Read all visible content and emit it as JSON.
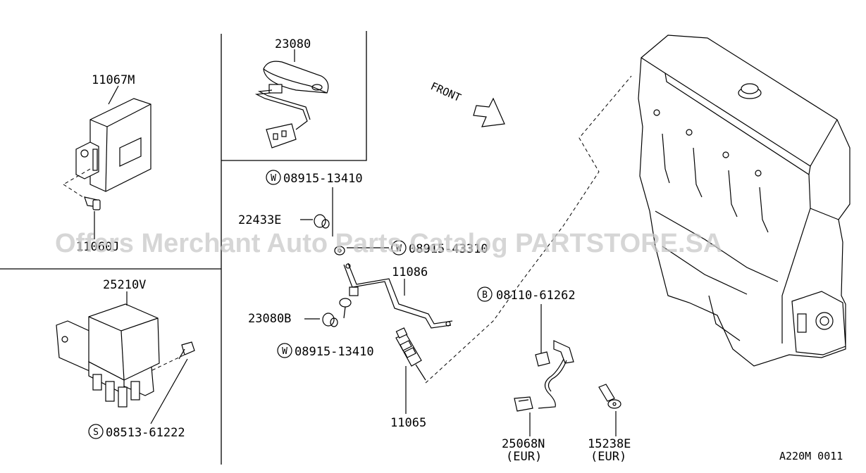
{
  "diagram": {
    "direction_label": "FRONT",
    "figure_code": "A220M 0011",
    "watermark": "Offers Merchant Auto Parts Catalog PARTSTORE.SA"
  },
  "labels": {
    "p11067M": "11067M",
    "p11060": "11060J",
    "p23080": "23080",
    "p25210V": "25210V",
    "s08513": "08513-61222",
    "s08513_prefix": "S",
    "w08915_top": "08915-13410",
    "w08915_top_prefix": "W",
    "p22433E": "22433E",
    "w08915_mid": "08915-43310",
    "w08915_mid_prefix": "W",
    "p11086": "11086",
    "p23080B": "23080B",
    "w08915_low": "08915-13410",
    "w08915_low_prefix": "W",
    "p11065": "11065",
    "b08110": "08110-61262",
    "b08110_prefix": "B",
    "p25068N": "25068N",
    "p25068N_note": "(EUR)",
    "p15238E": "15238E",
    "p15238E_note": "(EUR)"
  }
}
